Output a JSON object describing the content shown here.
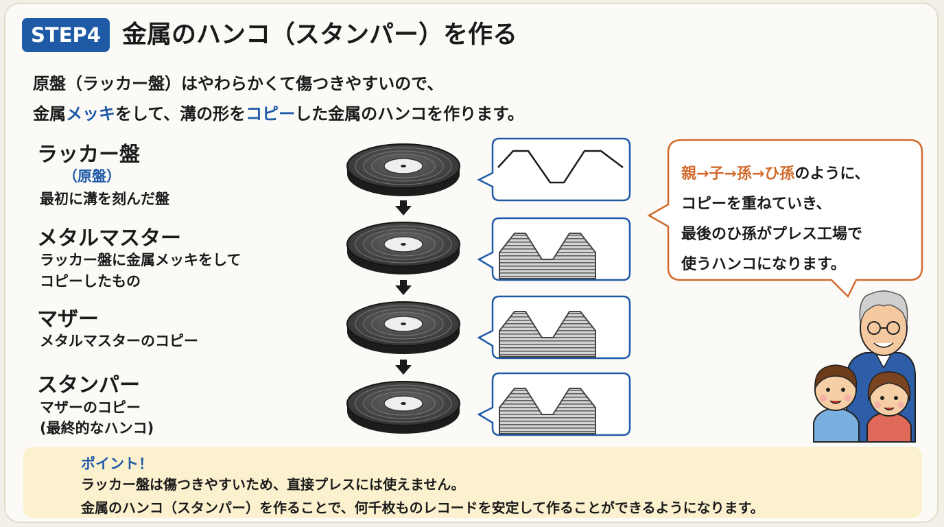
{
  "header": {
    "step_badge": "STEP4",
    "title": "金属のハンコ（スタンパー）を作る"
  },
  "intro": {
    "line1": "原盤（ラッカー盤）はやわらかくて傷つきやすいので、",
    "line2_parts": [
      "金属",
      "メッキ",
      "をして、溝の形を",
      "コピー",
      "した金属のハンコを作ります。"
    ]
  },
  "stages": [
    {
      "title": "ラッカー盤",
      "subtitle": "（原盤）",
      "desc": [
        "最初に溝を刻んだ盤"
      ]
    },
    {
      "title": "メタルマスター",
      "desc": [
        "ラッカー盤に金属メッキをして",
        "コピーしたもの"
      ]
    },
    {
      "title": "マザー",
      "desc": [
        "メタルマスターのコピー"
      ]
    },
    {
      "title": "スタンパー",
      "desc": [
        "マザーのコピー",
        "(最終的なハンコ)"
      ]
    }
  ],
  "bubble": {
    "line1_highlight": "親→子→孫→ひ孫",
    "line1_rest": "のように、",
    "line2": "コピーを重ねていき、",
    "line3": "最後のひ孫がプレス工場で",
    "line4": "使うハンコになります。"
  },
  "point": {
    "title": "ポイント！",
    "line1": "ラッカー盤は傷つきやすいため、直接プレスには使えません。",
    "line2": "金属のハンコ（スタンパー）を作ることで、何千枚ものレコードを安定して作ることができるようになります。"
  },
  "icons": [
    "lightbulb-icon",
    "down-arrow-icon",
    "record-disc-icon",
    "groove-profile-icon",
    "family-illustration-icon"
  ],
  "colors": {
    "accent_blue": "#1f5aa6",
    "accent_orange": "#d26a2c",
    "point_bg": "#fbf1cf"
  }
}
